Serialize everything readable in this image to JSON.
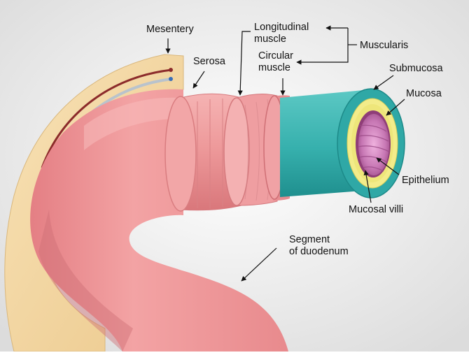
{
  "diagram": {
    "labels": {
      "mesentery": "Mesentery",
      "serosa": "Serosa",
      "longitudinal_muscle": [
        "Longitudinal",
        "muscle"
      ],
      "circular_muscle": [
        "Circular",
        "muscle"
      ],
      "muscularis": "Muscularis",
      "submucosa": "Submucosa",
      "mucosa": "Mucosa",
      "epithelium": "Epithelium",
      "mucosal_villi": "Mucosal villi",
      "segment_of_duodenum": [
        "Segment",
        "of duodenum"
      ]
    },
    "colors": {
      "intestine_pink": "#e98b8e",
      "muscle_pink": "#ee9fa2",
      "submucosa_teal": "#39b6b3",
      "mucosa_yellow": "#f3ec8a",
      "villi_purple": "#c574b2",
      "mesentery_tan": "#f4d9a6",
      "background": "#f2f2f2"
    }
  }
}
